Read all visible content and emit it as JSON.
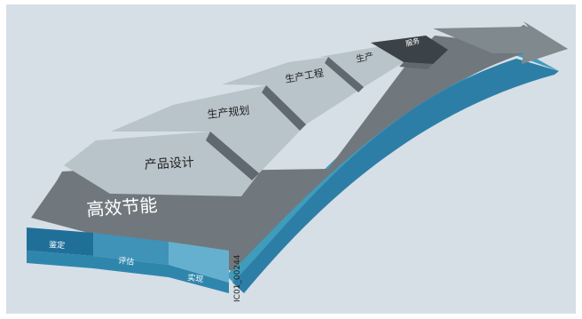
{
  "diagram": {
    "main_band": "高效节能",
    "stages": [
      "产品设计",
      "生产规划",
      "生产工程",
      "生产",
      "服务"
    ],
    "phases": [
      "鉴定",
      "评估",
      "实现"
    ],
    "figure_id": "IC01_00244"
  },
  "colors": {
    "background": "#d6dfe6",
    "dark_band": "#70787d",
    "stage_fill": "#b9c3ca",
    "chevron_dark": "#60696f",
    "service_fill": "#3c4348",
    "arrow_head": "#80898e",
    "blue_side": "#3f9cbc",
    "blue_dark": "#2377a0",
    "phase_1": "#1f6f99",
    "phase_2": "#3f93b8",
    "phase_3": "#66b0cf"
  }
}
